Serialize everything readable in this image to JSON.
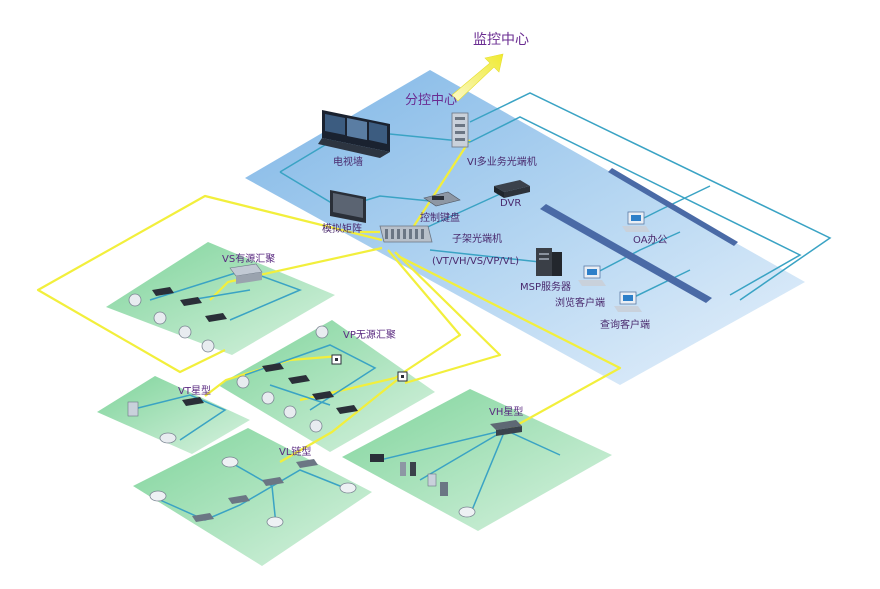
{
  "labels": {
    "monitor_center": "监控中心",
    "sub_center": "分控中心",
    "tv_wall": "电视墙",
    "vi_optical": "VI多业务光端机",
    "analog_matrix": "模拟矩阵",
    "control_keyboard": "控制键盘",
    "dvr": "DVR",
    "rack_optical_line1": "子架光端机",
    "rack_optical_line2": "(VT/VH/VS/VP/VL)",
    "msp_server": "MSP服务器",
    "oa_office": "OA办公",
    "browse_client": "浏览客户端",
    "query_client": "查询客户端",
    "vs_zone": "VS有源汇聚",
    "vp_zone": "VP无源汇聚",
    "vt_zone": "VT星型",
    "vl_zone": "VL链型",
    "vh_zone": "VH星型"
  },
  "colors": {
    "fiber": "#f2ef3c",
    "network": "#3aa3c4",
    "zone_fill": "#9fdcb0",
    "control_plane": "#8cc0ea",
    "title": "#6a2c91"
  }
}
